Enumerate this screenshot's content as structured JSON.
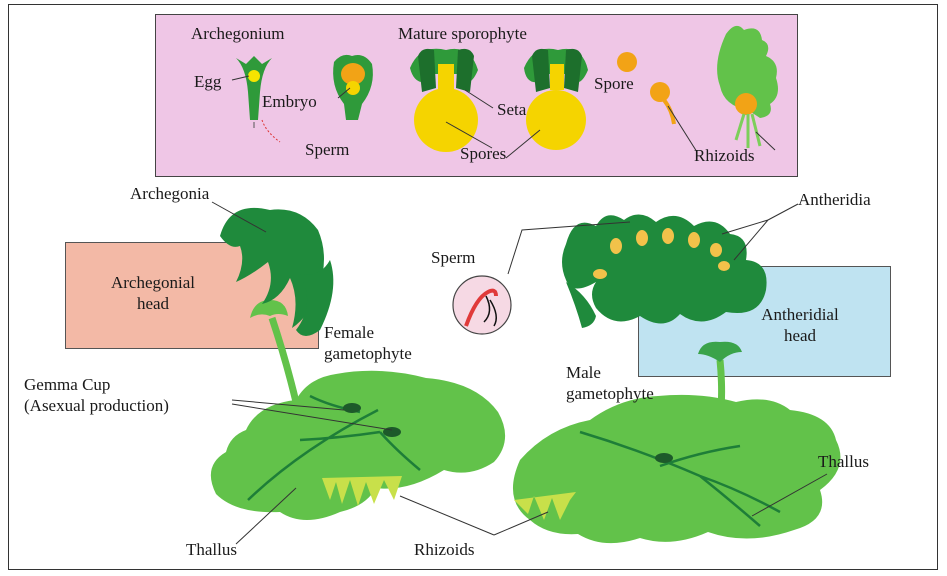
{
  "inset": {
    "archegonium": "Archegonium",
    "mature_sporophyte": "Mature sporophyte",
    "egg": "Egg",
    "embryo": "Embryo",
    "sperm": "Sperm",
    "seta": "Seta",
    "spores": "Spores",
    "spore": "Spore",
    "rhizoids": "Rhizoids"
  },
  "main": {
    "archegonia": "Archegonia",
    "archegonial_head_line1": "Archegonial",
    "archegonial_head_line2": "head",
    "female_line1": "Female",
    "female_line2": "gametophyte",
    "gemma_line1": "Gemma Cup",
    "gemma_line2": "(Asexual production)",
    "thallus_left": "Thallus",
    "rhizoids": "Rhizoids",
    "sperm": "Sperm",
    "antheridia": "Antheridia",
    "antheridial_head_line1": "Antheridial",
    "antheridial_head_line2": "head",
    "male_line1": "Male",
    "male_line2": "gametophyte",
    "thallus_right": "Thallus"
  },
  "colors": {
    "thallus_green": "#62c24a",
    "dark_green": "#1f8a3c",
    "yellow": "#f5d400",
    "orange": "#f2a316",
    "pink_panel": "#efc6e6",
    "salmon_box": "#f3b9a6",
    "blue_box": "#bfe3f1"
  }
}
